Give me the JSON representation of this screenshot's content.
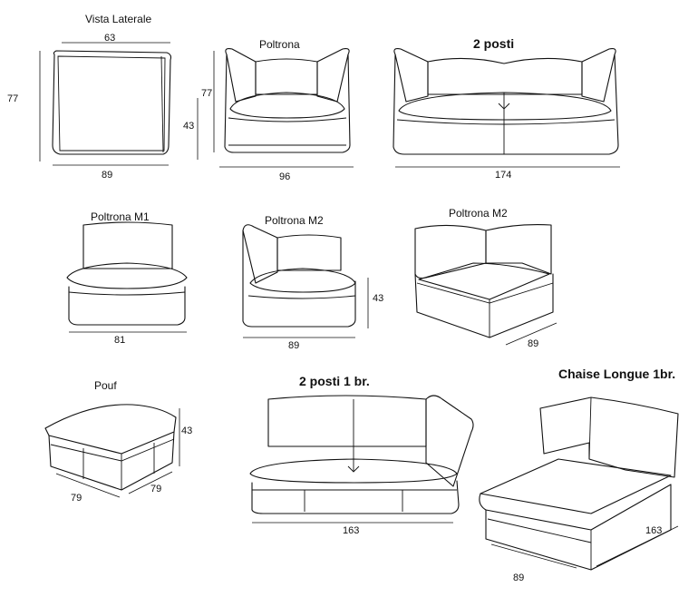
{
  "figures": [
    {
      "key": "vista",
      "title": "Vista Laterale",
      "dims": [
        "63",
        "77",
        "43",
        "89"
      ]
    },
    {
      "key": "poltrona",
      "title": "Poltrona",
      "dims": [
        "77",
        "96"
      ]
    },
    {
      "key": "due_posti",
      "title": "2 posti",
      "dims": [
        "174"
      ]
    },
    {
      "key": "poltrona_m1",
      "title": "Poltrona M1",
      "dims": [
        "81"
      ]
    },
    {
      "key": "poltrona_m2_a",
      "title": "Poltrona M2",
      "dims": [
        "43",
        "89"
      ]
    },
    {
      "key": "poltrona_m2_b",
      "title": "Poltrona M2",
      "dims": [
        "89"
      ]
    },
    {
      "key": "pouf",
      "title": "Pouf",
      "dims": [
        "43",
        "79",
        "79"
      ]
    },
    {
      "key": "due_posti_1br",
      "title": "2 posti 1 br.",
      "dims": [
        "163"
      ]
    },
    {
      "key": "chaise",
      "title": "Chaise Longue 1br.",
      "dims": [
        "163",
        "89"
      ]
    }
  ]
}
